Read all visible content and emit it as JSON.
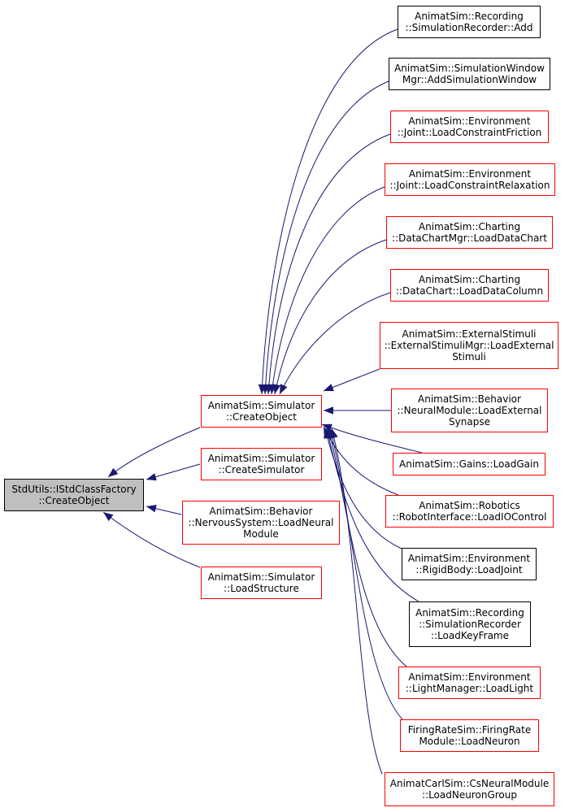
{
  "colors": {
    "edge": "#191970",
    "border_red": "#ff0000",
    "border_black": "#000000",
    "root_fill": "#bfbfbf"
  },
  "root": {
    "lines": [
      "StdUtils::IStdClassFactory",
      "::CreateObject"
    ]
  },
  "level1": [
    {
      "id": "sim_create_object",
      "lines": [
        "AnimatSim::Simulator",
        "::CreateObject"
      ],
      "border": "red"
    },
    {
      "id": "sim_create_simulator",
      "lines": [
        "AnimatSim::Simulator",
        "::CreateSimulator"
      ],
      "border": "red"
    },
    {
      "id": "nervous_load_neural_module",
      "lines": [
        "AnimatSim::Behavior",
        "::NervousSystem::LoadNeural",
        "Module"
      ],
      "border": "red"
    },
    {
      "id": "sim_load_structure",
      "lines": [
        "AnimatSim::Simulator",
        "::LoadStructure"
      ],
      "border": "red"
    }
  ],
  "level2": [
    {
      "id": "recorder_add",
      "lines": [
        "AnimatSim::Recording",
        "::SimulationRecorder::Add"
      ],
      "border": "black"
    },
    {
      "id": "window_mgr_add",
      "lines": [
        "AnimatSim::SimulationWindow",
        "Mgr::AddSimulationWindow"
      ],
      "border": "black"
    },
    {
      "id": "joint_load_friction",
      "lines": [
        "AnimatSim::Environment",
        "::Joint::LoadConstraintFriction"
      ],
      "border": "red"
    },
    {
      "id": "joint_load_relaxation",
      "lines": [
        "AnimatSim::Environment",
        "::Joint::LoadConstraintRelaxation"
      ],
      "border": "red"
    },
    {
      "id": "chartmgr_load_chart",
      "lines": [
        "AnimatSim::Charting",
        "::DataChartMgr::LoadDataChart"
      ],
      "border": "red"
    },
    {
      "id": "chart_load_column",
      "lines": [
        "AnimatSim::Charting",
        "::DataChart::LoadDataColumn"
      ],
      "border": "red"
    },
    {
      "id": "stimuli_load_external",
      "lines": [
        "AnimatSim::ExternalStimuli",
        "::ExternalStimuliMgr::LoadExternal",
        "Stimuli"
      ],
      "border": "red"
    },
    {
      "id": "neural_load_synapse",
      "lines": [
        "AnimatSim::Behavior",
        "::NeuralModule::LoadExternal",
        "Synapse"
      ],
      "border": "red"
    },
    {
      "id": "gains_load_gain",
      "lines": [
        "AnimatSim::Gains::LoadGain"
      ],
      "border": "red"
    },
    {
      "id": "robot_load_io",
      "lines": [
        "AnimatSim::Robotics",
        "::RobotInterface::LoadIOControl"
      ],
      "border": "red"
    },
    {
      "id": "rigidbody_load_joint",
      "lines": [
        "AnimatSim::Environment",
        "::RigidBody::LoadJoint"
      ],
      "border": "black"
    },
    {
      "id": "recorder_load_keyframe",
      "lines": [
        "AnimatSim::Recording",
        "::SimulationRecorder",
        "::LoadKeyFrame"
      ],
      "border": "black"
    },
    {
      "id": "lightmgr_load_light",
      "lines": [
        "AnimatSim::Environment",
        "::LightManager::LoadLight"
      ],
      "border": "red"
    },
    {
      "id": "firingrate_load_neuron",
      "lines": [
        "FiringRateSim::FiringRate",
        "Module::LoadNeuron"
      ],
      "border": "red"
    },
    {
      "id": "carlsim_load_group",
      "lines": [
        "AnimatCarlSim::CsNeuralModule",
        "::LoadNeuronGroup"
      ],
      "border": "red"
    }
  ]
}
